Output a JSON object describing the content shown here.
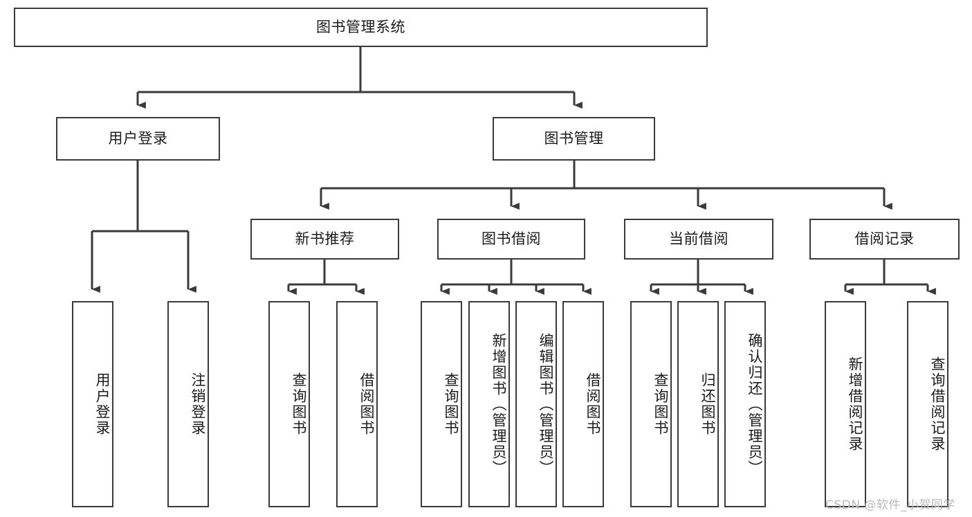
{
  "diagram": {
    "type": "tree-hierarchy-chart",
    "title": "图书管理系统",
    "watermark": "CSDN @软件_小贺同学",
    "colors": {
      "box_border": "#3a3a3a",
      "box_fill": "#ffffff",
      "connector": "#3a3a3a",
      "text": "#1b1b1b",
      "watermark": "#b9b9b9",
      "background": "#ffffff"
    },
    "levels": {
      "root": {
        "label": "图书管理系统"
      },
      "level2": [
        {
          "label": "用户登录"
        },
        {
          "label": "图书管理"
        }
      ],
      "level3": [
        {
          "label": "新书推荐"
        },
        {
          "label": "图书借阅"
        },
        {
          "label": "当前借阅"
        },
        {
          "label": "借阅记录"
        }
      ],
      "leaves": {
        "user_login": [
          {
            "label": "用户登录"
          },
          {
            "label": "注销登录"
          }
        ],
        "new_book_recommend": [
          {
            "label": "查询图书"
          },
          {
            "label": "借阅图书"
          }
        ],
        "book_borrow": [
          {
            "label": "查询图书"
          },
          {
            "label": "新增图书（管理员）"
          },
          {
            "label": "编辑图书（管理员）"
          },
          {
            "label": "借阅图书"
          }
        ],
        "current_borrow": [
          {
            "label": "查询图书"
          },
          {
            "label": "归还图书"
          },
          {
            "label": "确认归还（管理员）"
          }
        ],
        "borrow_record": [
          {
            "label": "新增借阅记录"
          },
          {
            "label": "查询借阅记录"
          }
        ]
      }
    }
  }
}
